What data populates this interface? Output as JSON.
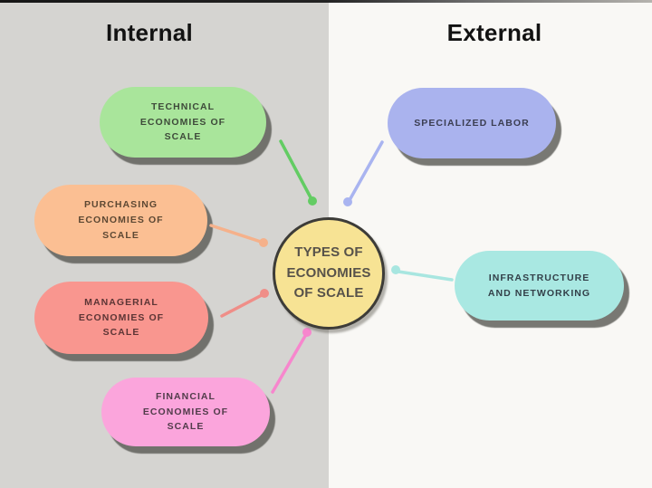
{
  "header": {
    "left_title": "Internal",
    "right_title": "External"
  },
  "center_node": {
    "label": "TYPES OF ECONOMIES OF SCALE",
    "lines": [
      "TYPES OF",
      "ECONOMIES",
      "OF SCALE"
    ],
    "fill": "#f7e394",
    "border_color": "#3d3c38",
    "text_color": "#57524a"
  },
  "internal": {
    "section_bg": "#d5d4d1",
    "pills": [
      {
        "id": "technical",
        "label": "TECHNICAL ECONOMIES OF SCALE",
        "lines": [
          "TECHNICAL",
          "ECONOMIES OF",
          "SCALE"
        ],
        "fill": "#a9e59b",
        "text_color": "#3e4a3a",
        "connector": "#63cc63"
      },
      {
        "id": "purchasing",
        "label": "PURCHASING ECONOMIES OF SCALE",
        "lines": [
          "PURCHASING",
          "ECONOMIES OF",
          "SCALE"
        ],
        "fill": "#fbbf93",
        "text_color": "#5d4833",
        "connector": "#f5b18b"
      },
      {
        "id": "managerial",
        "label": "MANAGERIAL ECONOMIES OF SCALE",
        "lines": [
          "MANAGERIAL",
          "ECONOMIES OF",
          "SCALE"
        ],
        "fill": "#f9968f",
        "text_color": "#5c3535",
        "connector": "#ef8e88"
      },
      {
        "id": "financial",
        "label": "FINANCIAL ECONOMIES OF SCALE",
        "lines": [
          "FINANCIAL",
          "ECONOMIES OF",
          "SCALE"
        ],
        "fill": "#fba5dc",
        "text_color": "#513c4a",
        "connector": "#f786cd"
      }
    ]
  },
  "external": {
    "section_bg": "#f9f8f5",
    "pills": [
      {
        "id": "specialized-labor",
        "label": "SPECIALIZED LABOR",
        "lines": [
          "SPECIALIZED LABOR"
        ],
        "fill": "#aab3ee",
        "text_color": "#3b3e52",
        "connector": "#a9b4f0"
      },
      {
        "id": "infrastructure-networking",
        "label": "INFRASTRUCTURE AND NETWORKING",
        "lines": [
          "INFRASTRUCTURE",
          "AND NETWORKING"
        ],
        "fill": "#a9e8e2",
        "text_color": "#334049",
        "connector": "#a8e6e0"
      }
    ]
  }
}
